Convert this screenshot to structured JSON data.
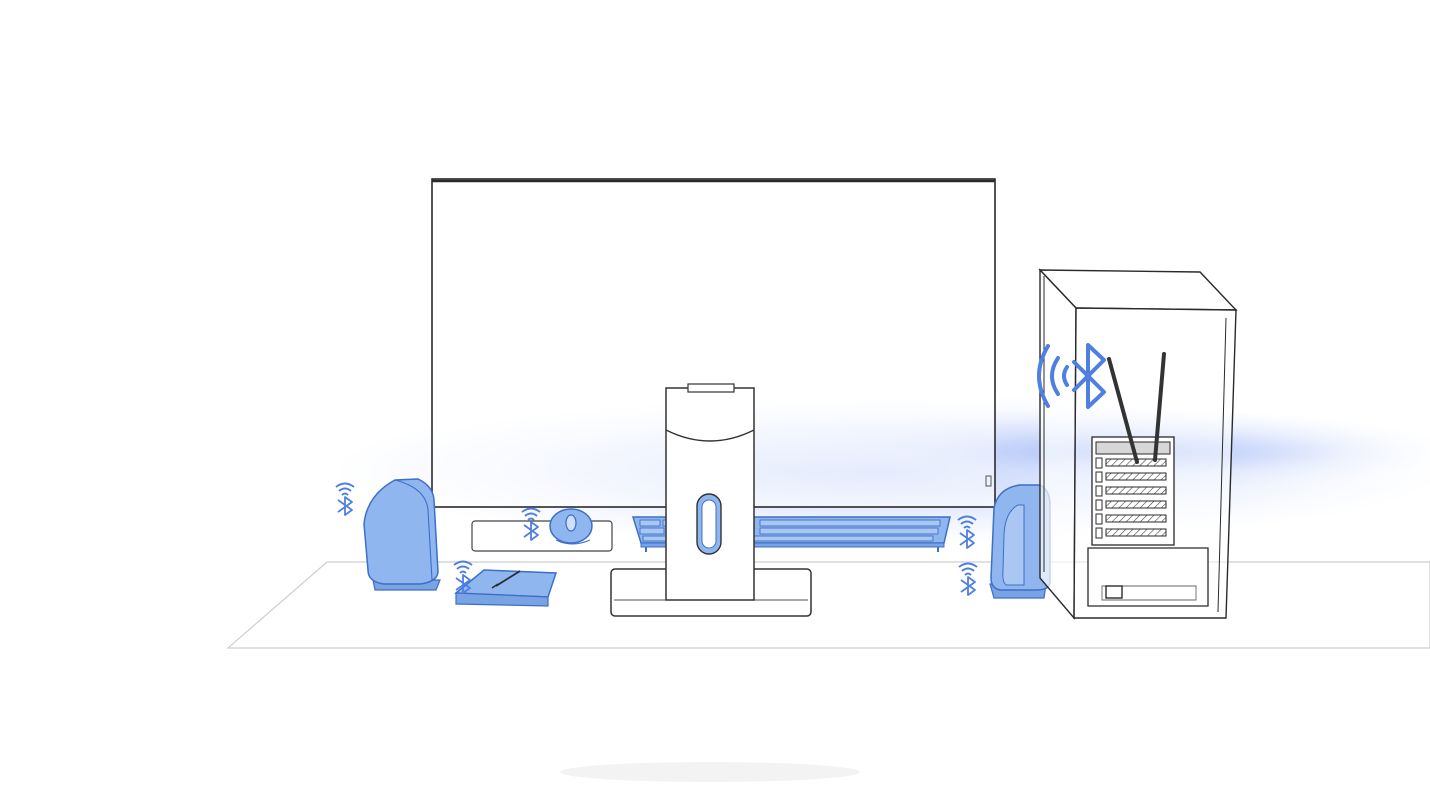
{
  "scene": {
    "type": "wireless-desktop-setup",
    "connection": "bluetooth",
    "colors": {
      "background": "#ffffff",
      "outline": "#2a2a2a",
      "device_fill": "#8fb6ee",
      "device_stroke": "#3d6fc8",
      "signal": "#4f7fe0",
      "halo": "#c9d7fb",
      "antenna": "#333333"
    },
    "devices": [
      {
        "name": "monitor",
        "wireless": false
      },
      {
        "name": "desktop-pc",
        "wireless": false,
        "has_bluetooth_adapter": true,
        "antennas": 2
      },
      {
        "name": "left-speaker",
        "wireless": true,
        "icon": "bluetooth-signal-icon"
      },
      {
        "name": "right-speaker",
        "wireless": true,
        "icon": "bluetooth-signal-icon"
      },
      {
        "name": "mouse",
        "wireless": true,
        "icon": "bluetooth-signal-icon"
      },
      {
        "name": "keyboard",
        "wireless": true,
        "icon": "bluetooth-signal-icon"
      },
      {
        "name": "drawing-tablet",
        "wireless": true,
        "icon": "bluetooth-signal-icon"
      }
    ]
  }
}
